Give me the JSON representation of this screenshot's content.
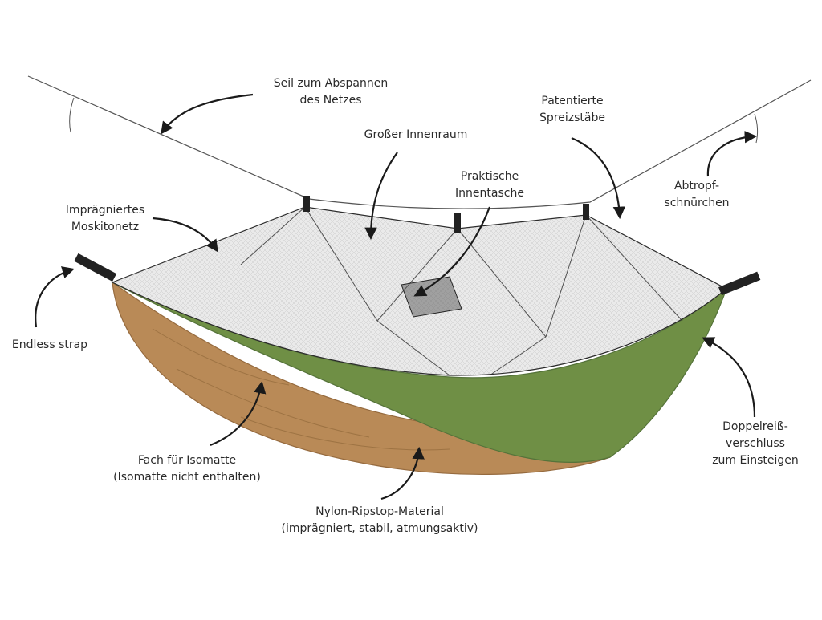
{
  "labels": {
    "seil": [
      "Seil zum Abspannen",
      "des Netzes"
    ],
    "innenraum": [
      "Großer Innenraum"
    ],
    "spreiz": [
      "Patentierte",
      "Spreizstäbe"
    ],
    "tasche": [
      "Praktische",
      "Innentasche"
    ],
    "moskito": [
      "Imprägniertes",
      "Moskitonetz"
    ],
    "abtropf": [
      "Abtropf-",
      "schnürchen"
    ],
    "strap": [
      "Endless strap"
    ],
    "zipper": [
      "Doppelreiß-",
      "verschluss",
      "zum Einsteigen"
    ],
    "isomatte": [
      "Fach für Isomatte",
      "(Isomatte nicht enthalten)"
    ],
    "material": [
      "Nylon-Ripstop-Material",
      "(imprägniert, stabil, atmungsaktiv)"
    ]
  },
  "colors": {
    "green": "#6f8f45",
    "green_dark": "#55733a",
    "brown": "#b98a57",
    "brown_dark": "#956a3e",
    "net": "#2b2b2b",
    "rope": "#555555",
    "arrow": "#1a1a1a",
    "text": "#2a2a2a"
  }
}
